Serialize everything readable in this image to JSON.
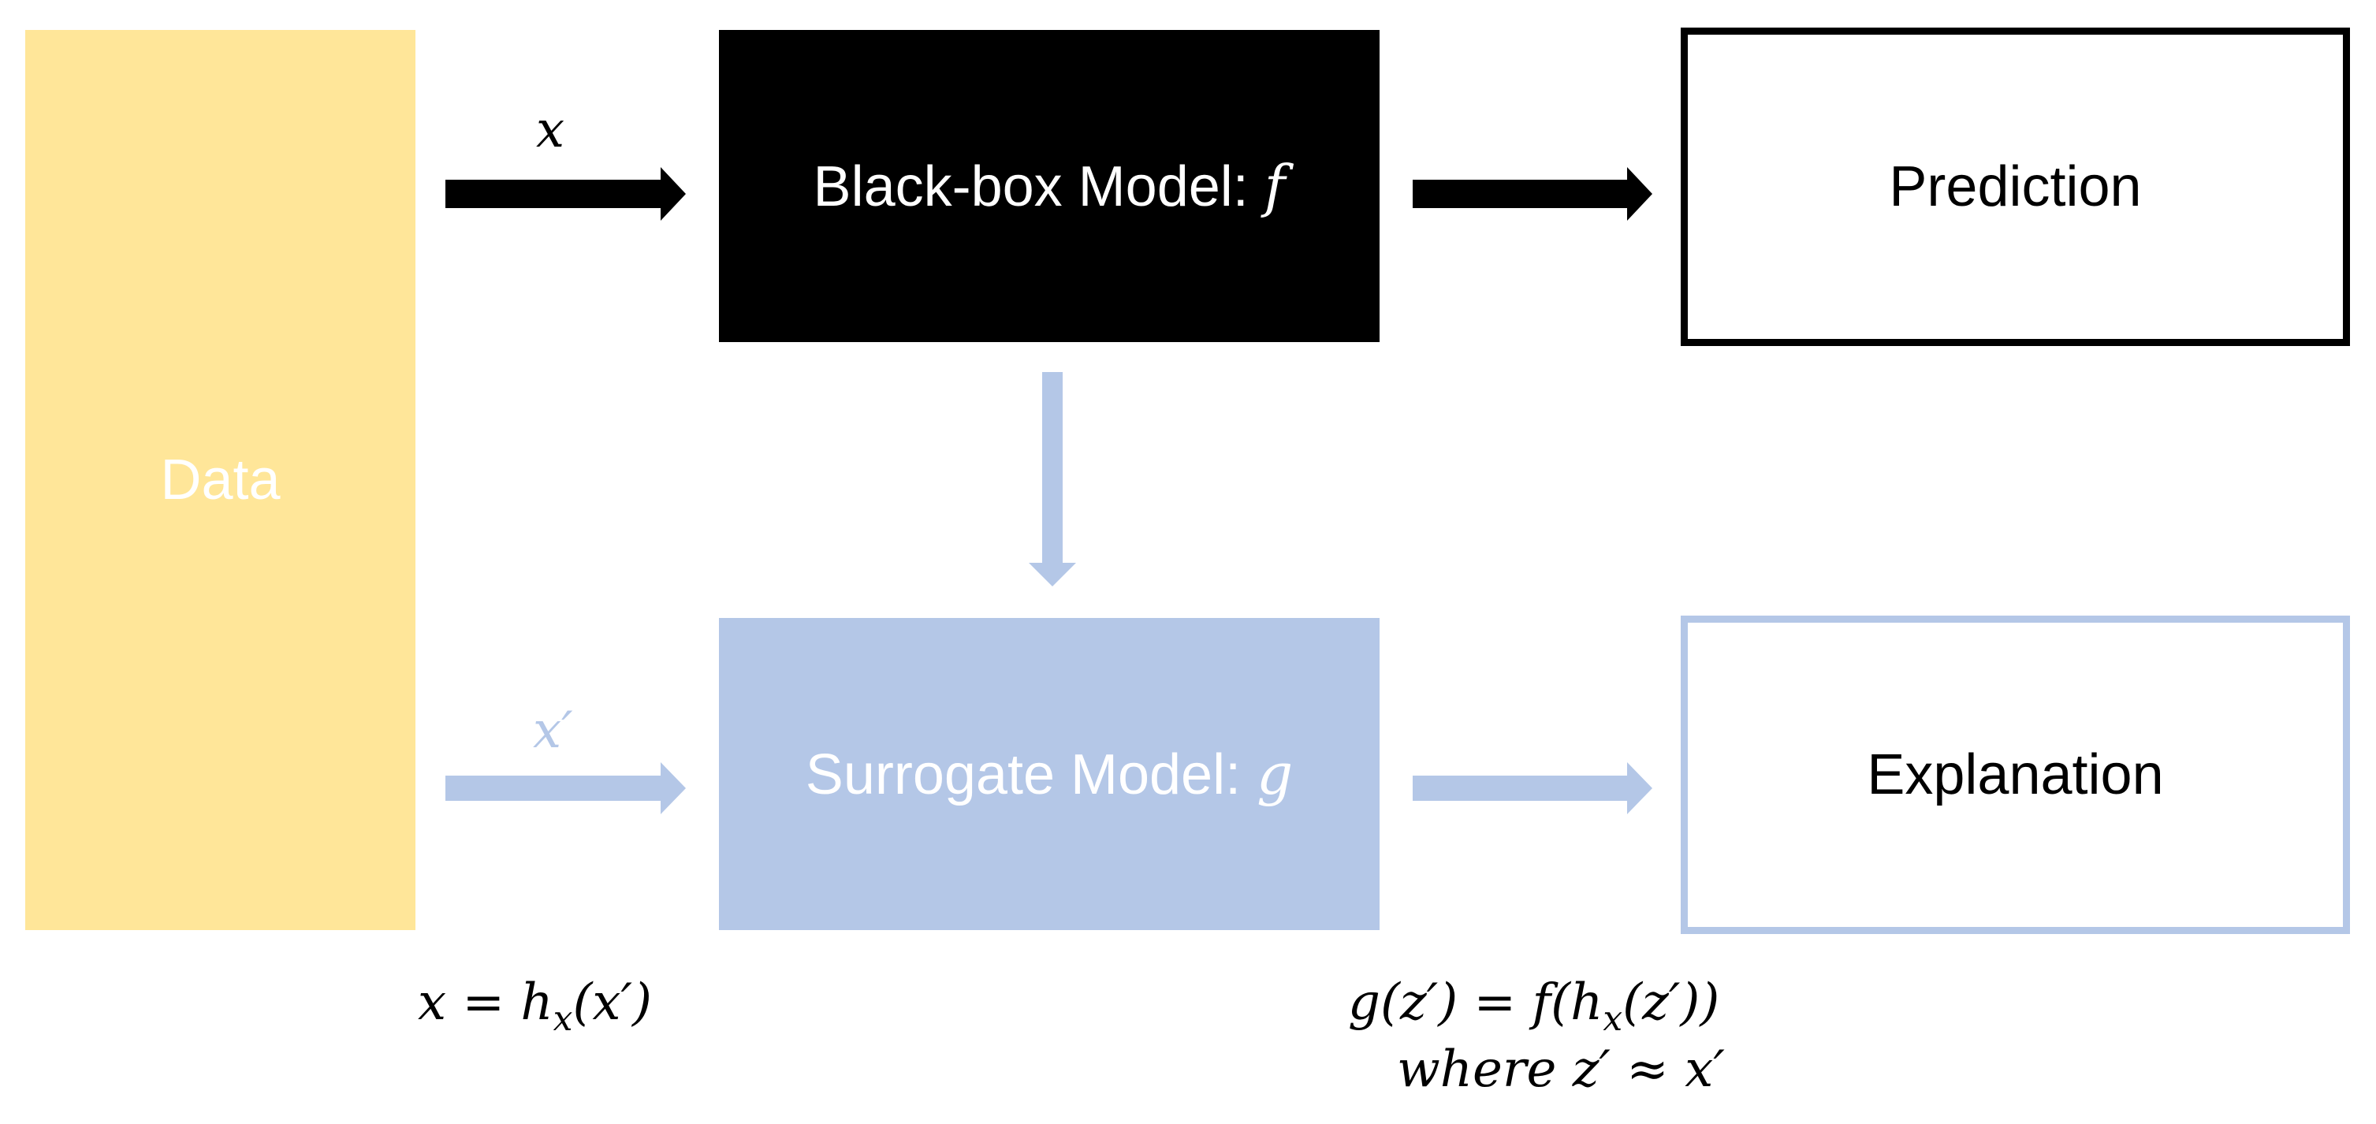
{
  "diagram": {
    "data_label": "Data",
    "blackbox": {
      "label": "Black-box Model: ",
      "symbol": "f"
    },
    "surrogate": {
      "label": "Surrogate Model: ",
      "symbol": "g"
    },
    "prediction_label": "Prediction",
    "explanation_label": "Explanation",
    "input_symbol": "x",
    "simplified_input_symbol": "x′",
    "mapping_equation": {
      "lhs": "x = h",
      "sub": "x",
      "rhs": "(x′)"
    },
    "surrogate_equation": {
      "part1": "g(z′) = f(h",
      "sub": "x",
      "part2": "(z′))"
    },
    "condition": "where z′ ≈ x′"
  },
  "colors": {
    "data": "#ffe699",
    "blackbox": "#000000",
    "surrogate": "#b4c7e7",
    "text_light": "#ffffff"
  }
}
